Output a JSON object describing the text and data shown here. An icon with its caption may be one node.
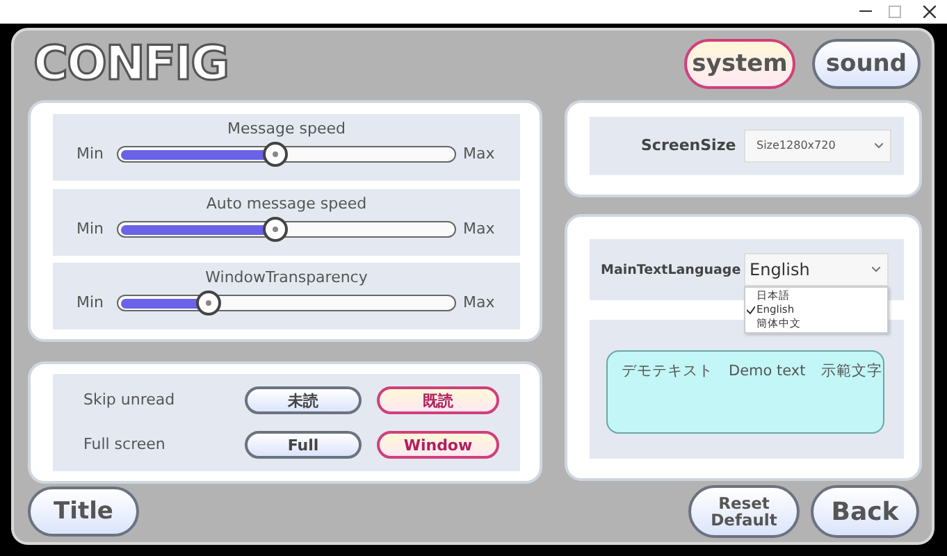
{
  "diagram": {
    "title": "CONFIG",
    "labels": [
      "system",
      "sound",
      "Message speed",
      "Min",
      "Max",
      "Auto message speed",
      "Min",
      "Max",
      "WindowTransparency",
      "Min",
      "Max",
      "ScreenSize",
      "Size1280x720",
      "MainTextLanguage",
      "English",
      "日本語",
      "English",
      "簡体中文",
      "デモテキスト　Demo text　示範文字",
      "Skip unread",
      "未読",
      "既読",
      "Full screen",
      "Full",
      "Window",
      "Title",
      "Reset Default",
      "Back"
    ]
  }
}
